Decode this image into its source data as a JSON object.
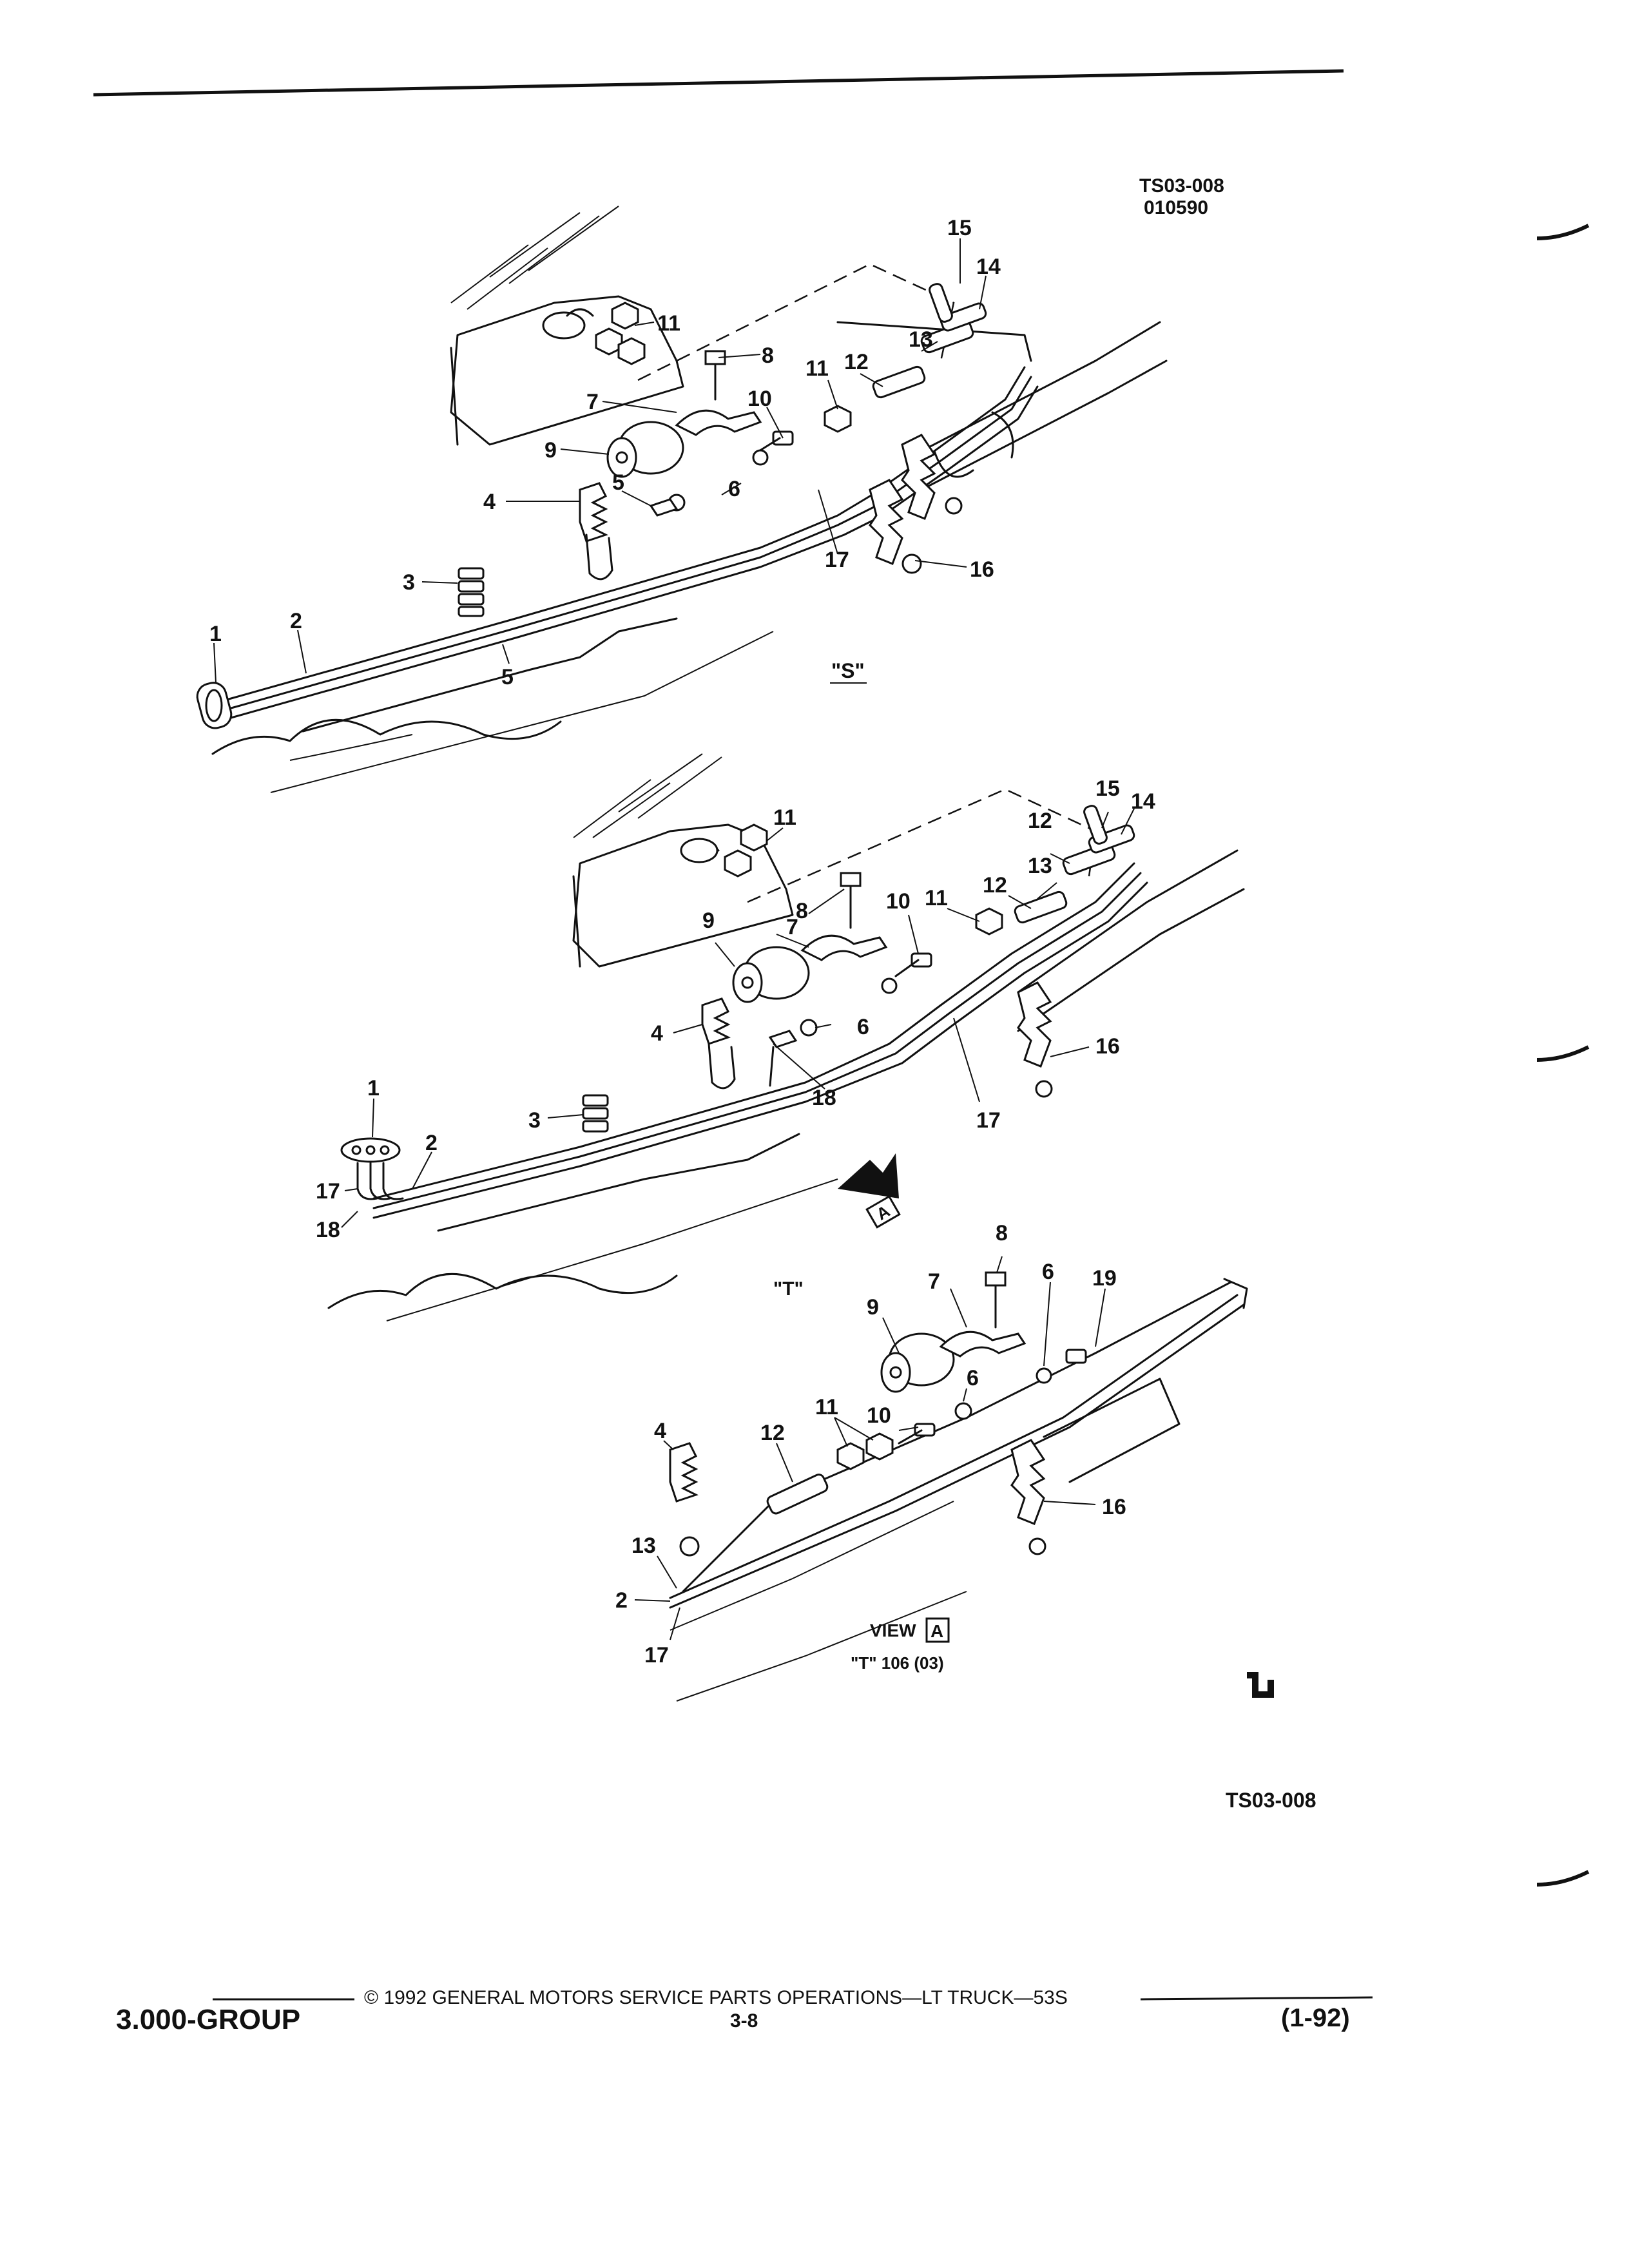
{
  "header": {
    "ref_code": "TS03-008",
    "ref_date": "010590"
  },
  "views": {
    "S": {
      "label": "\"S\""
    },
    "T": {
      "label": "\"T\""
    },
    "A": {
      "view_word": "VIEW",
      "box_letter": "A",
      "caption": "\"T\" 106 (03)"
    }
  },
  "arrow_letter": "A",
  "callouts": {
    "S": [
      "1",
      "2",
      "3",
      "4",
      "5",
      "5",
      "6",
      "7",
      "8",
      "9",
      "10",
      "11",
      "11",
      "12",
      "13",
      "14",
      "15",
      "16",
      "17"
    ],
    "T": [
      "1",
      "2",
      "3",
      "4",
      "6",
      "7",
      "8",
      "9",
      "10",
      "11",
      "11",
      "12",
      "12",
      "13",
      "14",
      "15",
      "16",
      "17",
      "17",
      "18",
      "18"
    ],
    "A": [
      "2",
      "4",
      "6",
      "6",
      "7",
      "8",
      "9",
      "10",
      "11",
      "12",
      "13",
      "16",
      "17",
      "19"
    ]
  },
  "figure_id": "TS03-008",
  "footer": {
    "group": "3.000-GROUP",
    "copyright": "© 1992 GENERAL MOTORS SERVICE PARTS OPERATIONS—LT TRUCK—53S",
    "page": "3-8",
    "revision": "(1-92)"
  }
}
